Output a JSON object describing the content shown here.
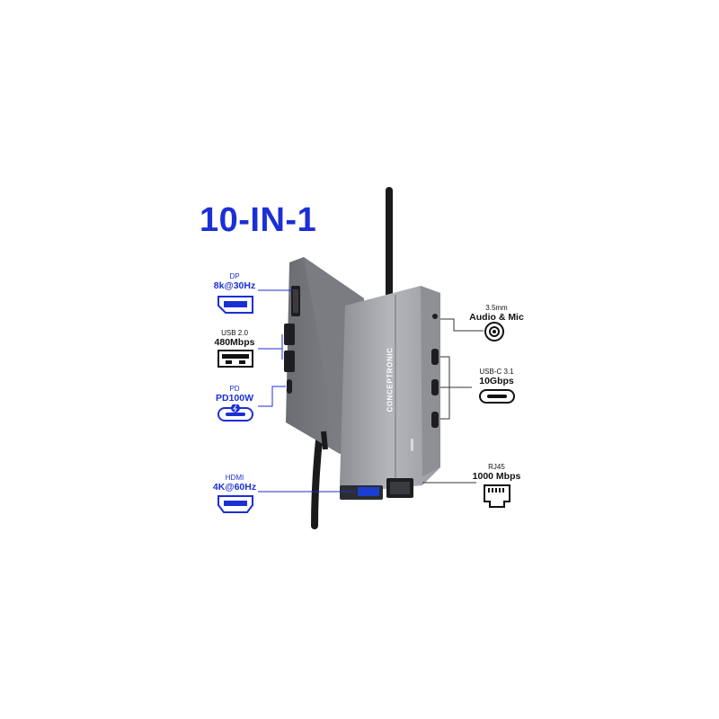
{
  "title": "10-IN-1",
  "brand": "CONCEPTRONIC",
  "colors": {
    "accent": "#1b2fd6",
    "device": "#9a9ca3",
    "cable": "#1a1a1a"
  },
  "left_ports": [
    {
      "id": "dp",
      "small": "DP",
      "big": "8k@30Hz",
      "icon": "displayport-icon"
    },
    {
      "id": "usb2",
      "small": "USB 2.0",
      "big": "480Mbps",
      "icon": "usb-a-icon"
    },
    {
      "id": "pd",
      "small": "PD",
      "big": "PD100W",
      "icon": "usb-c-power-icon"
    },
    {
      "id": "hdmi",
      "small": "HDMI",
      "big": "4K@60Hz",
      "icon": "hdmi-icon"
    }
  ],
  "right_ports": [
    {
      "id": "audio",
      "small": "3.5mm",
      "big": "Audio & Mic",
      "icon": "audio-jack-icon"
    },
    {
      "id": "usbc",
      "small": "USB-C 3.1",
      "big": "10Gbps",
      "icon": "usb-c-icon"
    },
    {
      "id": "rj45",
      "small": "RJ45",
      "big": "1000 Mbps",
      "icon": "ethernet-icon"
    }
  ]
}
